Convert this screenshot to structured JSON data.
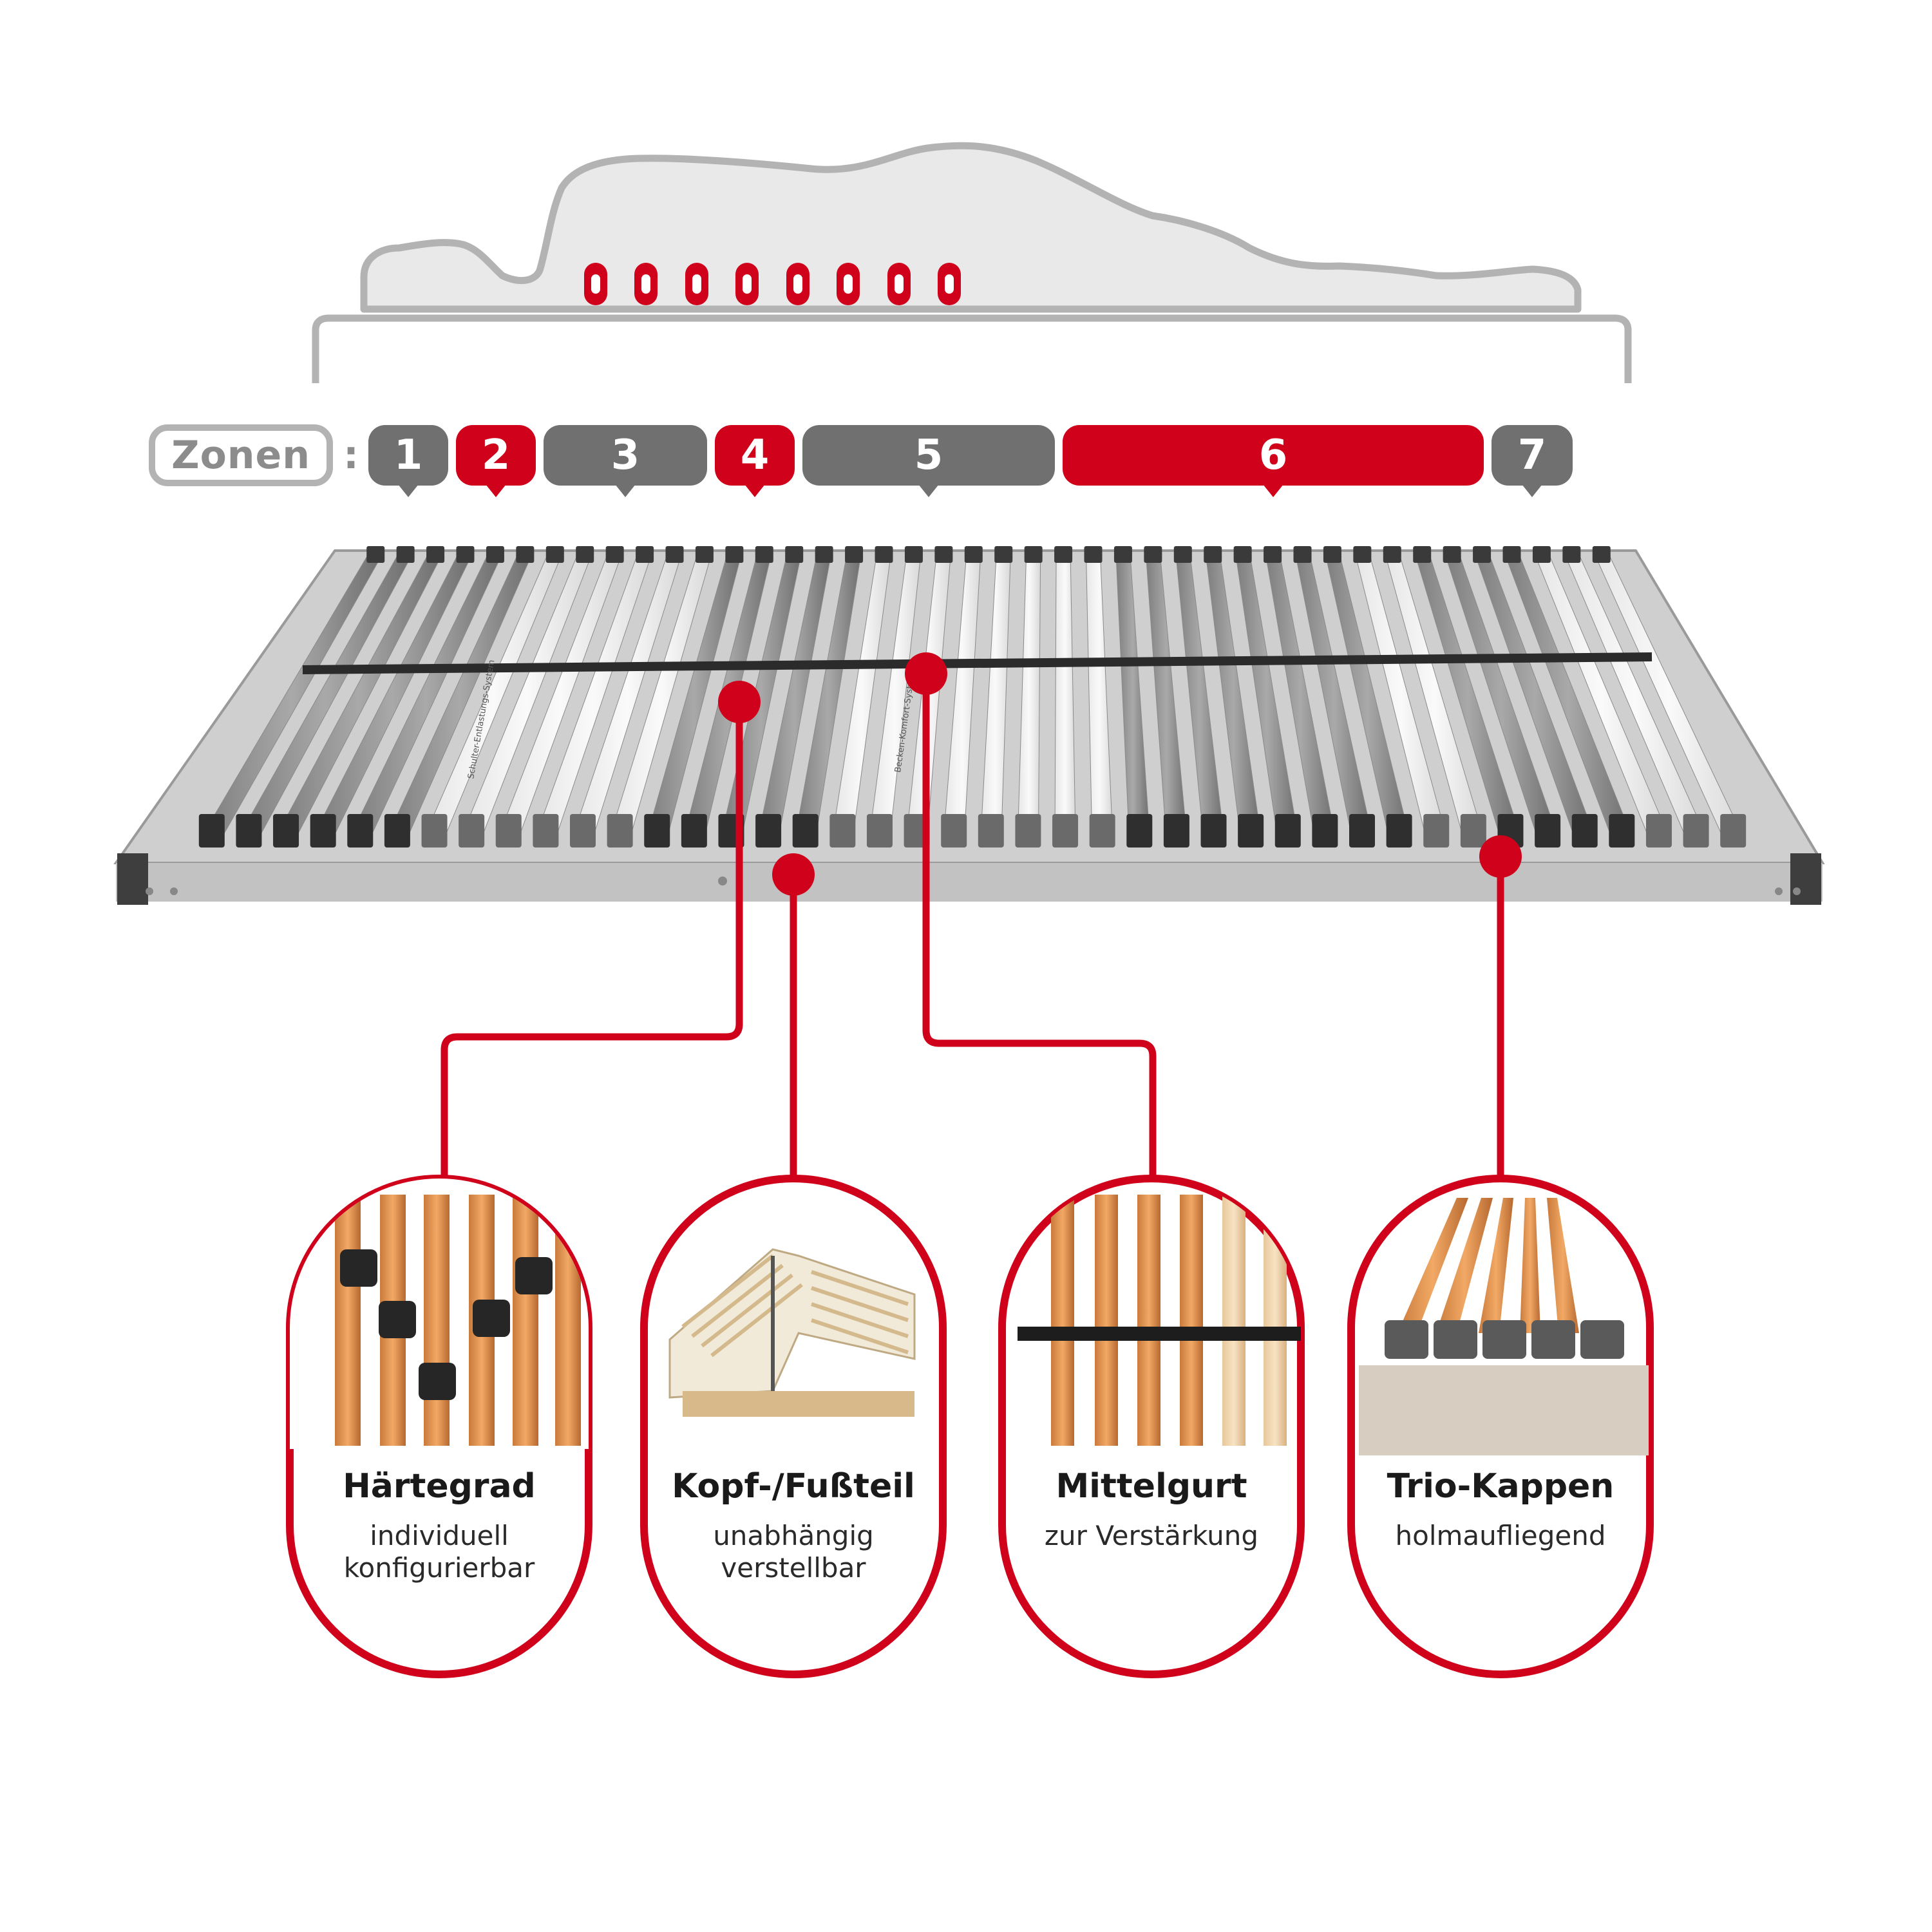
{
  "zones": {
    "label": "Zonen",
    "separator": ":",
    "items": [
      {
        "number": "1",
        "color": "#707070"
      },
      {
        "number": "2",
        "color": "#d0021b"
      },
      {
        "number": "3",
        "color": "#707070"
      },
      {
        "number": "4",
        "color": "#d0021b"
      },
      {
        "number": "5",
        "color": "#707070"
      },
      {
        "number": "6",
        "color": "#d0021b"
      },
      {
        "number": "7",
        "color": "#707070"
      }
    ]
  },
  "features": [
    {
      "title": "Härtegrad",
      "subtitle": "individuell konfigurierbar",
      "subtitle_lines": [
        "individuell",
        "konfigurierbar"
      ]
    },
    {
      "title": "Kopf-/Fußteil",
      "subtitle": "unabhängig verstellbar",
      "subtitle_lines": [
        "unabhängig",
        "verstellbar"
      ]
    },
    {
      "title": "Mittelgurt",
      "subtitle": "zur Verstärkung",
      "subtitle_lines": [
        "zur Verstärkung"
      ]
    },
    {
      "title": "Trio-Kappen",
      "subtitle": "holmaufliegend",
      "subtitle_lines": [
        "holmaufliegend"
      ]
    }
  ],
  "frame_prints": {
    "shoulder": "Schulter-Entlastungs-System",
    "pelvis": "Becken-Komfort-System"
  },
  "colors": {
    "accent": "#d0021b",
    "grey": "#707070",
    "outline": "#b3b3b3",
    "body_fill": "#e9e9e9"
  }
}
